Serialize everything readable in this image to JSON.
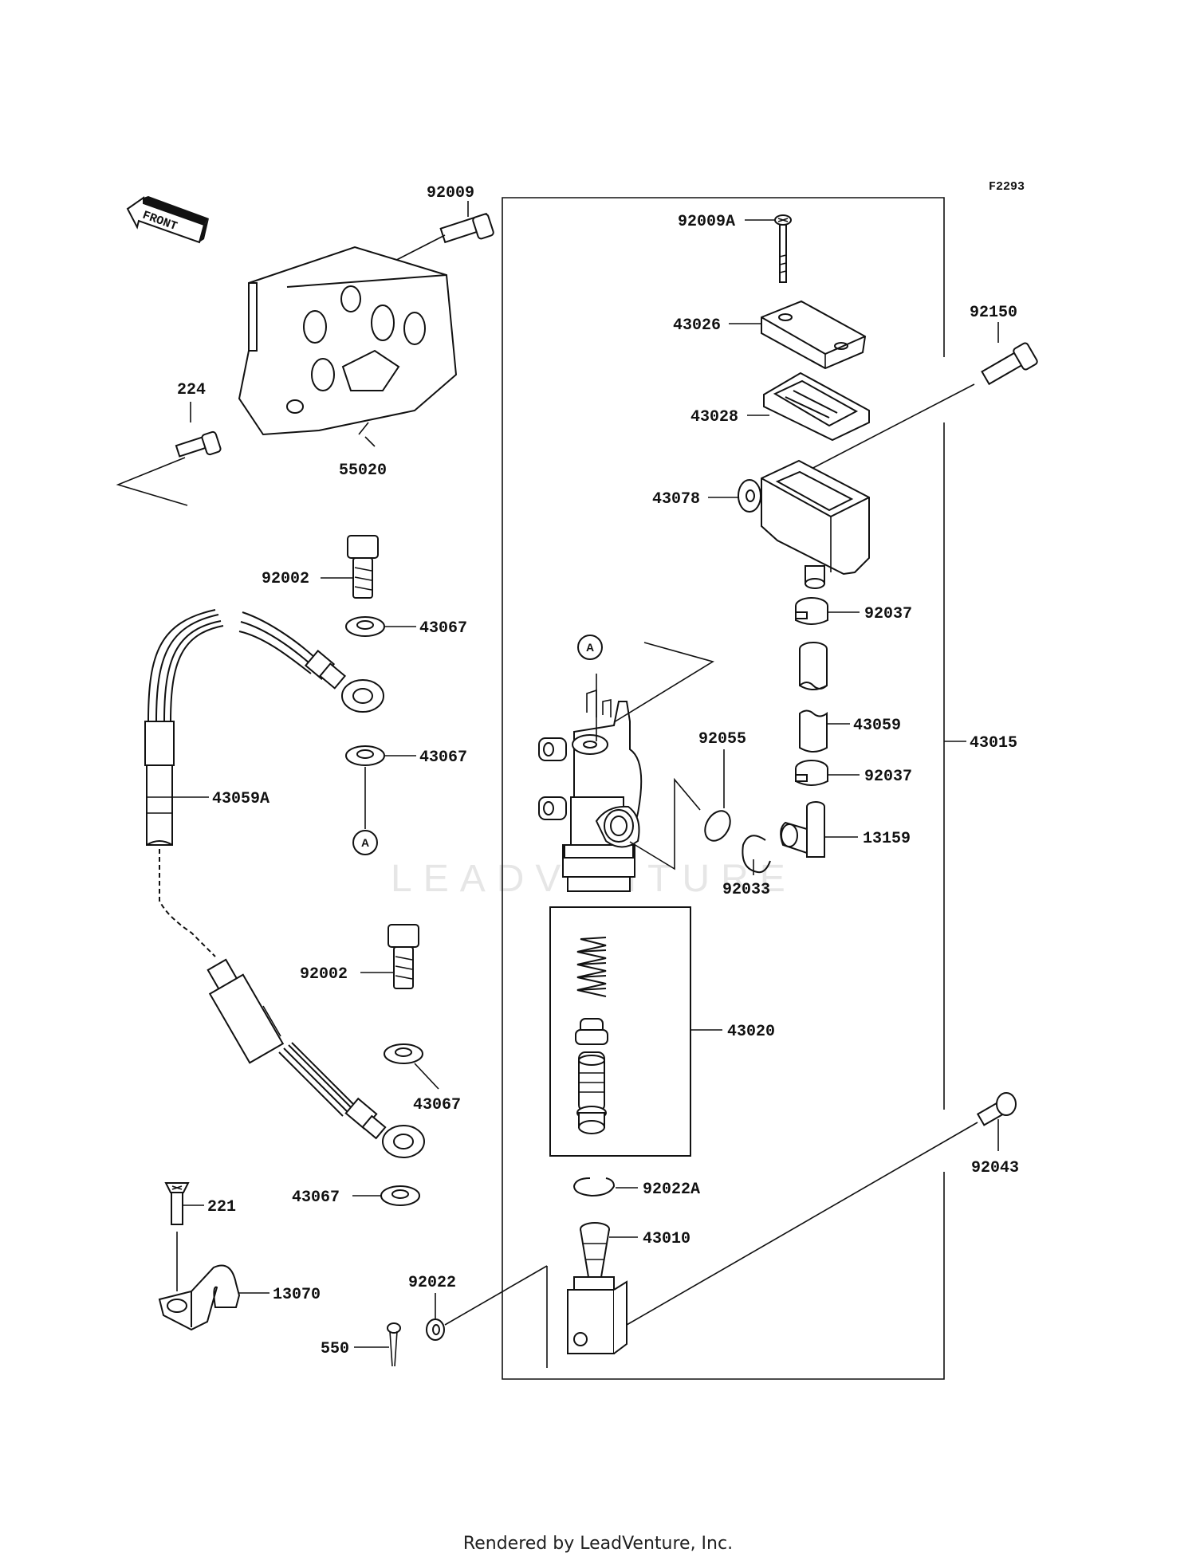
{
  "figure_code": "F2293",
  "front_label": "FRONT",
  "watermark": "LEADVENTURE",
  "footer": "Rendered by LeadVenture, Inc.",
  "callout_a": "A",
  "labels": {
    "p92009": "92009",
    "p224": "224",
    "p55020": "55020",
    "p92002_top": "92002",
    "p43067_a": "43067",
    "p43067_b": "43067",
    "p43059a": "43059A",
    "p92002_bottom": "92002",
    "p43067_c": "43067",
    "p43067_d": "43067",
    "p221": "221",
    "p13070": "13070",
    "p550": "550",
    "p92022": "92022",
    "p92009a": "92009A",
    "p43026": "43026",
    "p43028": "43028",
    "p92150": "92150",
    "p43078": "43078",
    "p92037_a": "92037",
    "p43059": "43059",
    "p92037_b": "92037",
    "p13159": "13159",
    "p92055": "92055",
    "p92033": "92033",
    "p43015": "43015",
    "p43020": "43020",
    "p92043": "92043",
    "p92022a": "92022A",
    "p43010": "43010"
  }
}
